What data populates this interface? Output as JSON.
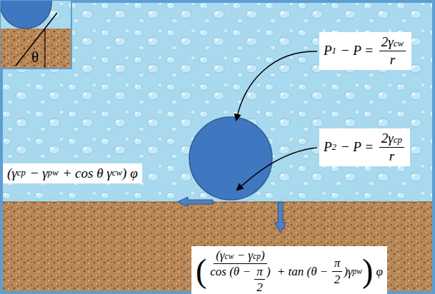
{
  "diagram": {
    "nodes": [
      {
        "text": [
          "P",
          "1",
          "− P =",
          "2γ",
          "cw",
          "r"
        ]
      },
      {
        "text": [
          "P",
          "2",
          "− P =",
          "2γ",
          "cp",
          "r"
        ]
      },
      {
        "text": [
          "(γ",
          "cp",
          "− γ",
          "pw",
          "+ cos θ γ",
          "cw",
          ") φ"
        ]
      },
      {
        "text": [
          "(",
          "(γ",
          "cw",
          "− γ",
          "cp",
          ")",
          "cos (θ −",
          "π",
          "2",
          ")",
          "+ tan (θ −",
          "π",
          "2",
          ")γ",
          "pw",
          ")",
          "φ"
        ]
      }
    ],
    "labels": [
      "θ"
    ]
  }
}
